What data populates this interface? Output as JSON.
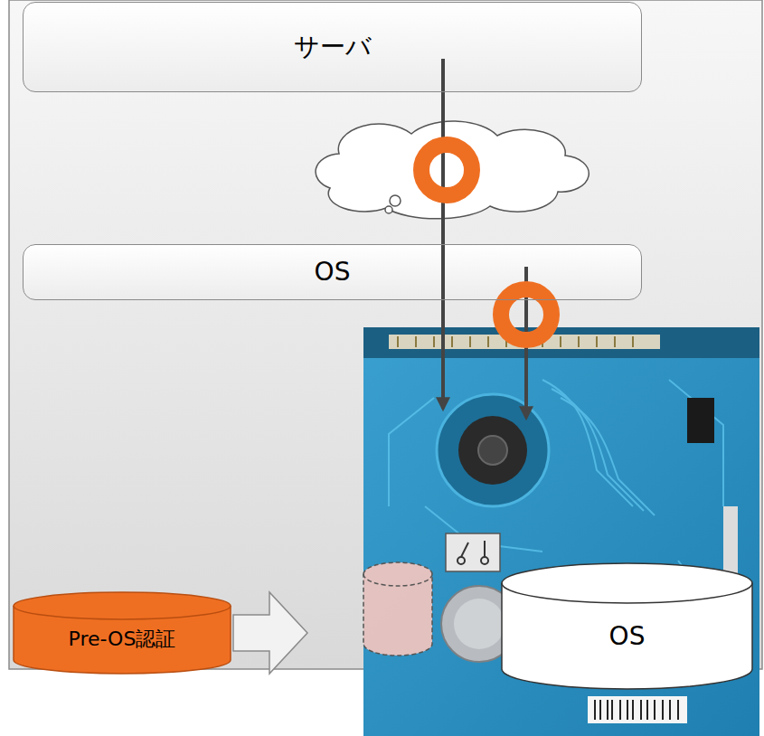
{
  "diagram": {
    "nodes": [
      {
        "text": [
          "サーバ"
        ]
      },
      {
        "text": [
          "OS"
        ]
      },
      {
        "text": [
          "Pre-OS認証"
        ]
      },
      {
        "text": [
          "OS"
        ]
      }
    ]
  }
}
